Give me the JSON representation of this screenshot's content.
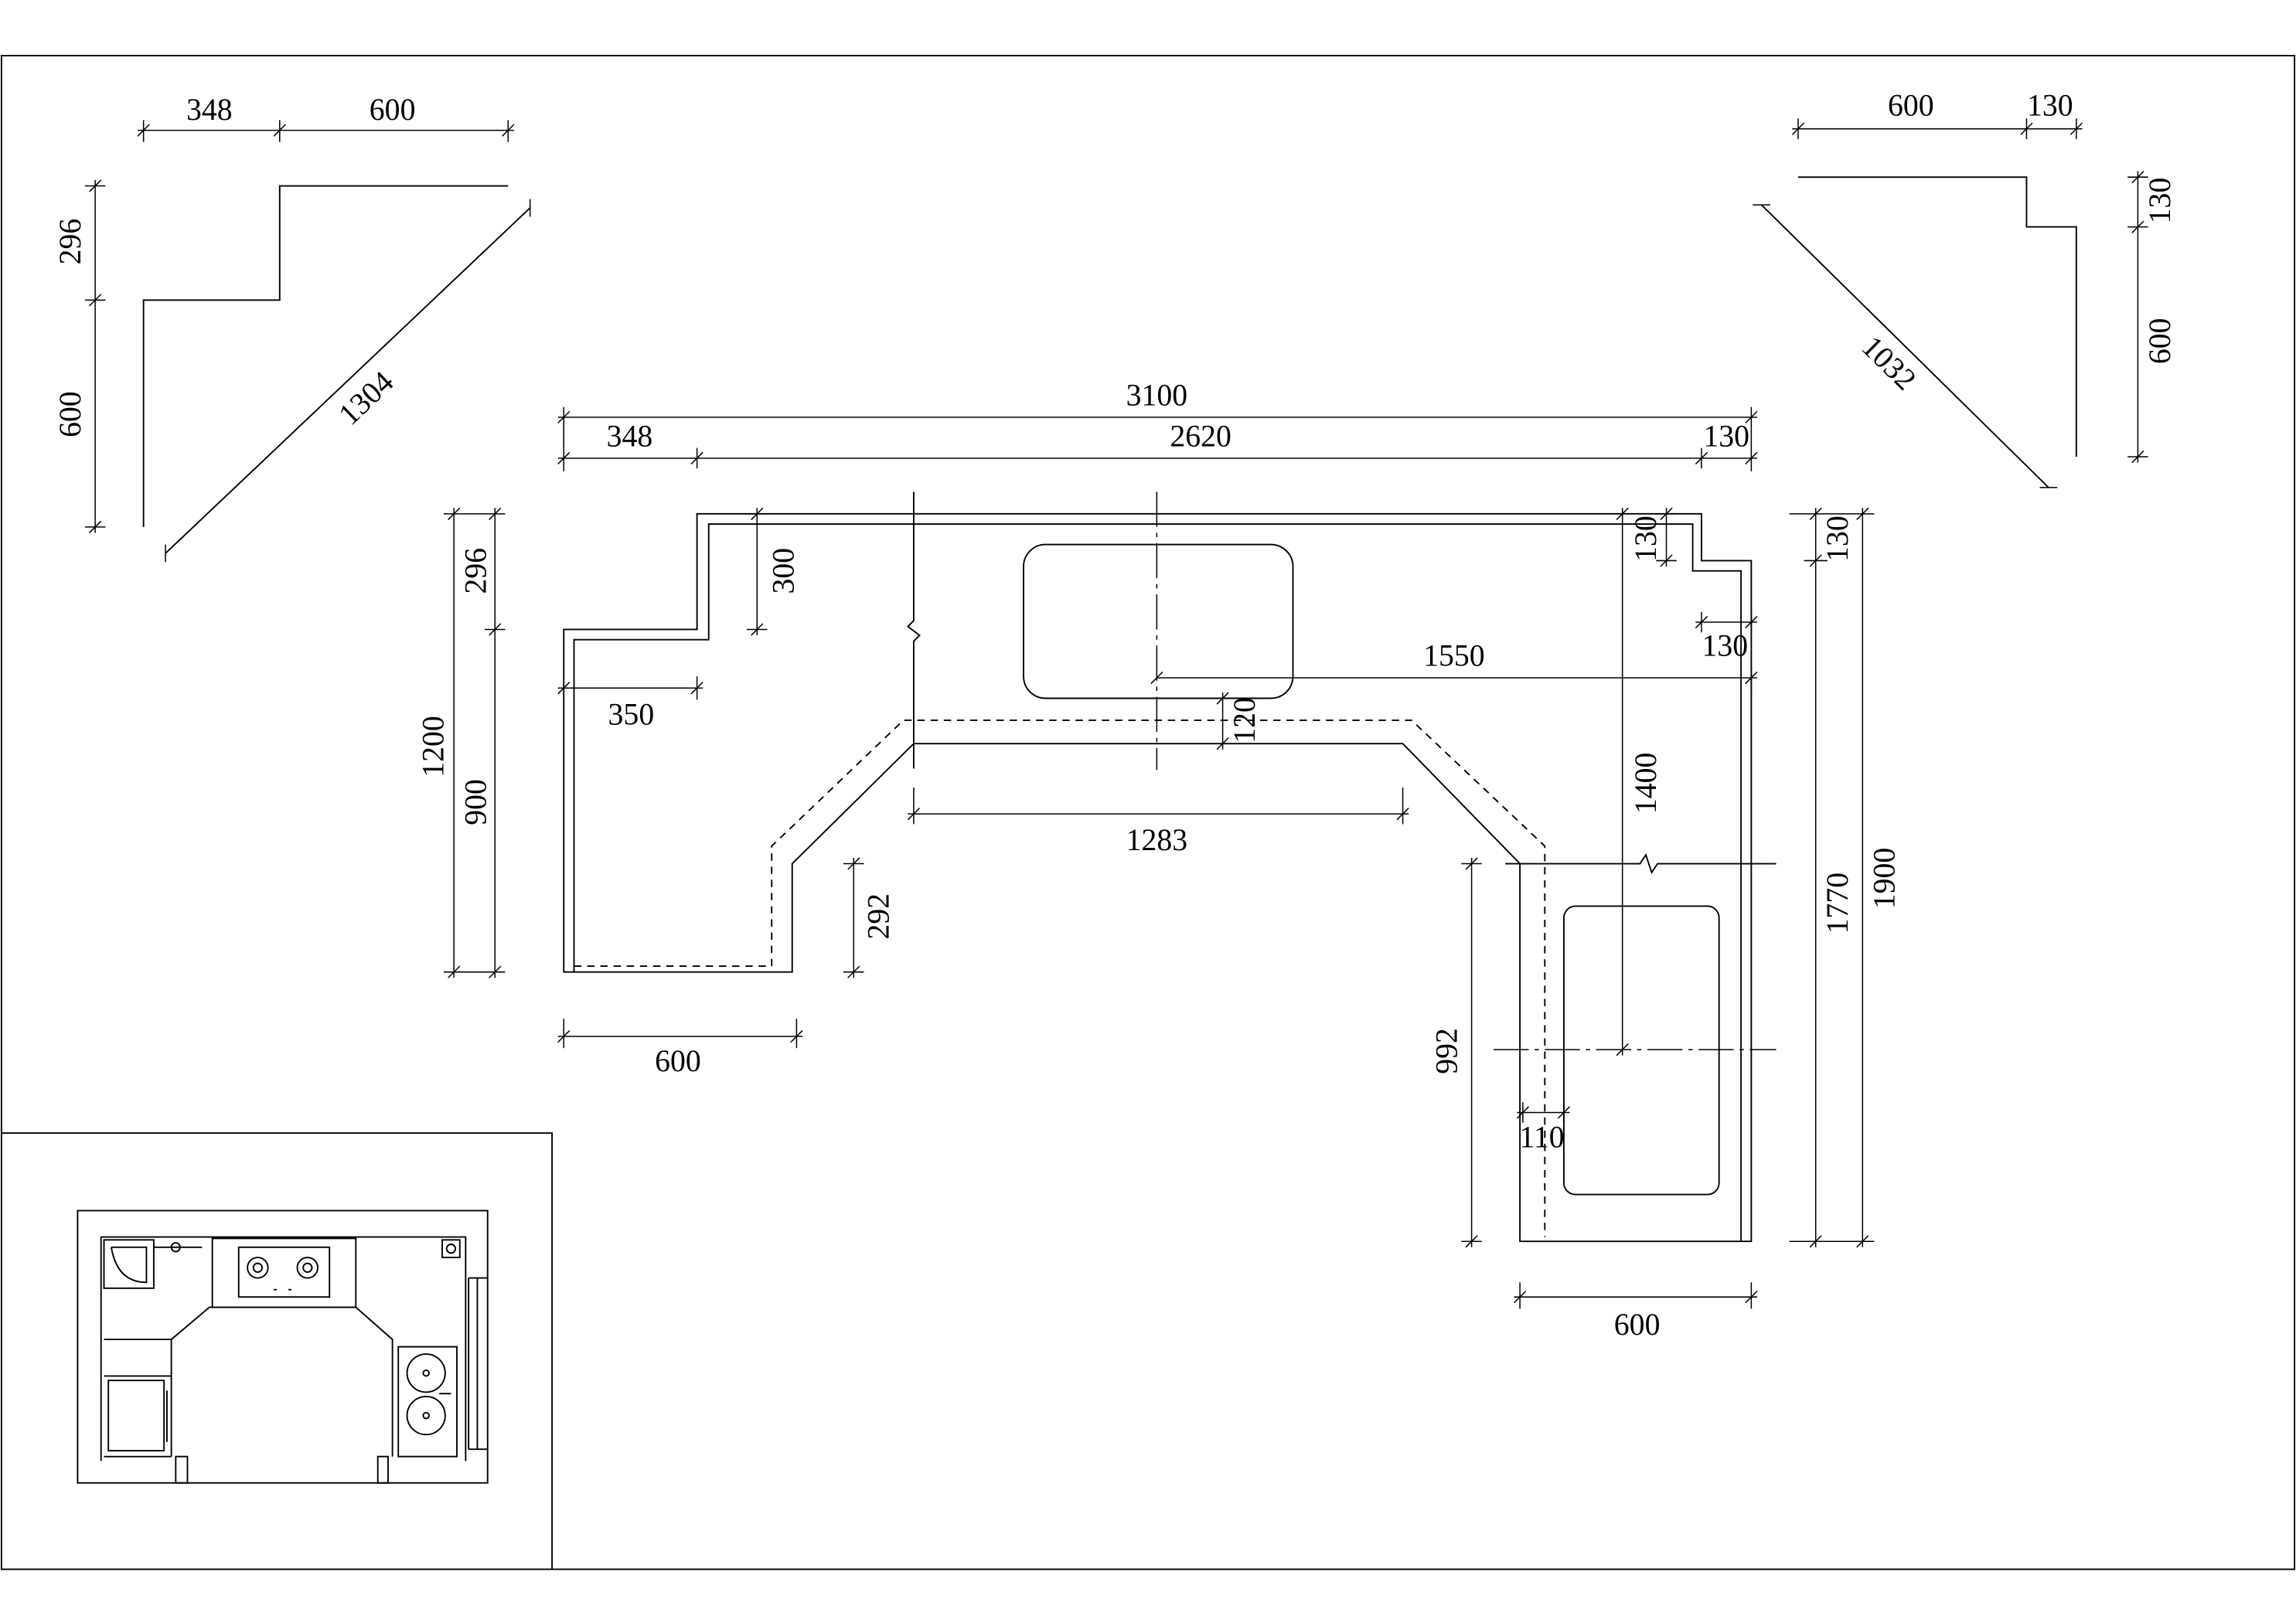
{
  "drawing": {
    "top_left_piece": {
      "width_left": "348",
      "width_right": "600",
      "depth_top": "296",
      "depth_bottom": "600",
      "diagonal": "1304"
    },
    "top_right_piece": {
      "width_left": "600",
      "width_right": "130",
      "depth_top": "130",
      "depth_bottom": "600",
      "diagonal": "1032"
    },
    "main_countertop": {
      "overall_width": "3100",
      "left_step_width": "348",
      "middle_width": "2620",
      "right_step_width": "130",
      "left_upper_depth": "296",
      "left_total_depth": "1200",
      "left_lower_depth": "900",
      "step_depth": "300",
      "step_offset": "350",
      "sink_center_offset": "1550",
      "right_notch_width": "130",
      "right_notch_depth": "130",
      "sink_front_offset": "120",
      "right_sink_centerline": "1400",
      "inner_front_width": "1283",
      "left_return_depth": "292",
      "left_leg_width": "600",
      "right_top_notch": "130",
      "right_leg_length": "1770",
      "right_total_length": "1900",
      "right_leg_front": "992",
      "right_sink_offset": "110",
      "right_leg_width": "600"
    }
  }
}
